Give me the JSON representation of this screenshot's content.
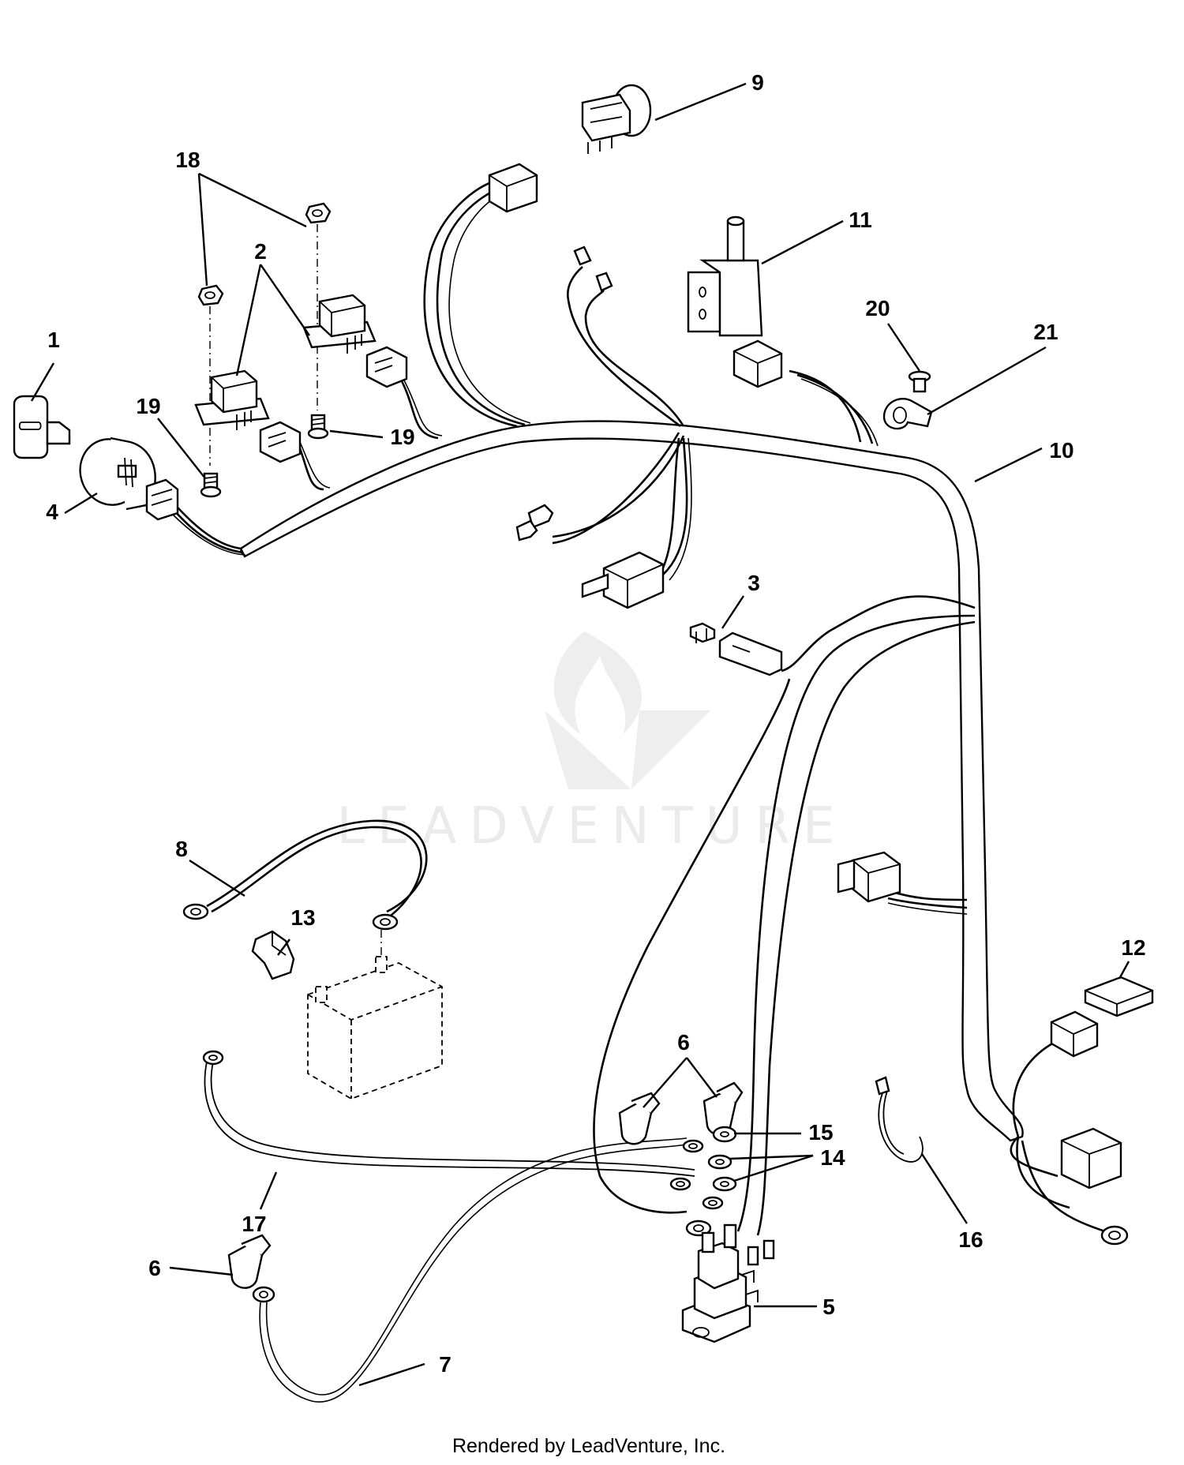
{
  "diagram": {
    "callouts": [
      "1",
      "2",
      "3",
      "4",
      "5",
      "6",
      "6",
      "7",
      "8",
      "9",
      "10",
      "11",
      "12",
      "13",
      "14",
      "15",
      "16",
      "17",
      "18",
      "19",
      "19",
      "20",
      "21"
    ]
  },
  "watermark": {
    "text": "LEADVENTURE"
  },
  "footer": {
    "text": "Rendered by LeadVenture, Inc."
  }
}
